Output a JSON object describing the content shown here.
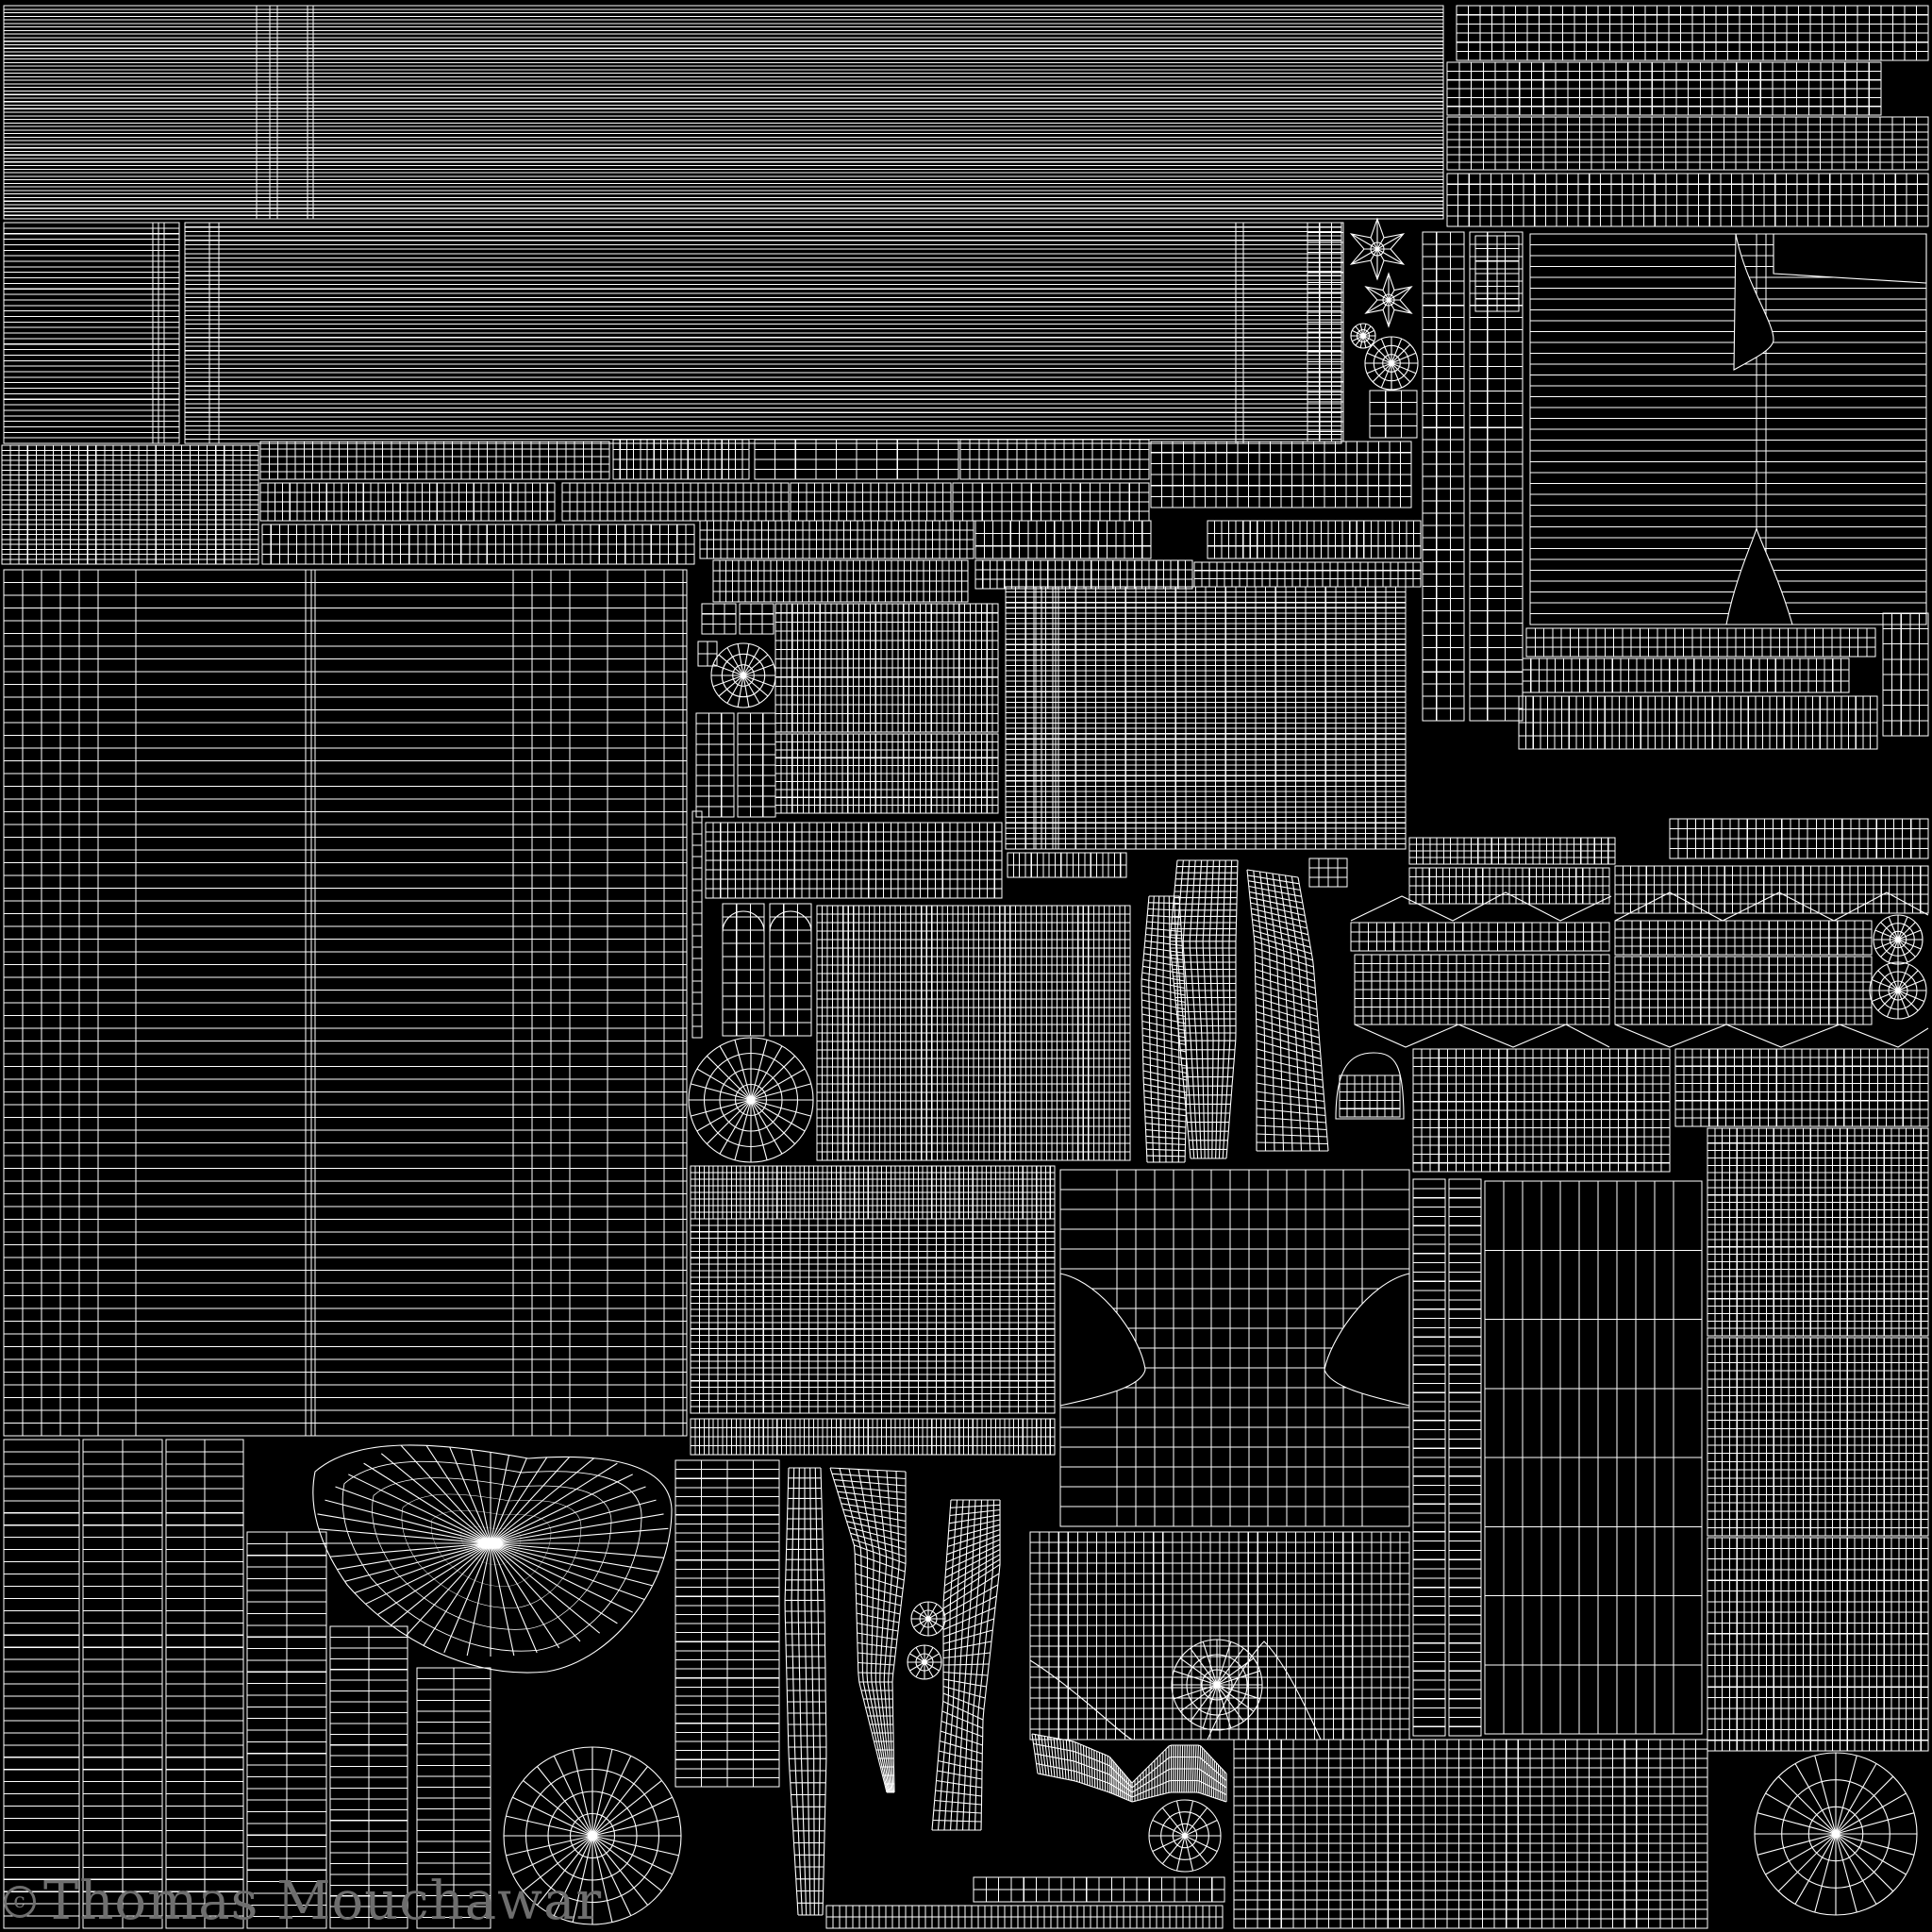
{
  "image": {
    "kind": "UV texture wireframe layout",
    "background_color": "#000000",
    "line_color": "#ffffff"
  },
  "watermark": {
    "symbol": "c",
    "author": "Thomas Mouchawar",
    "color": "#6e6e6e"
  }
}
